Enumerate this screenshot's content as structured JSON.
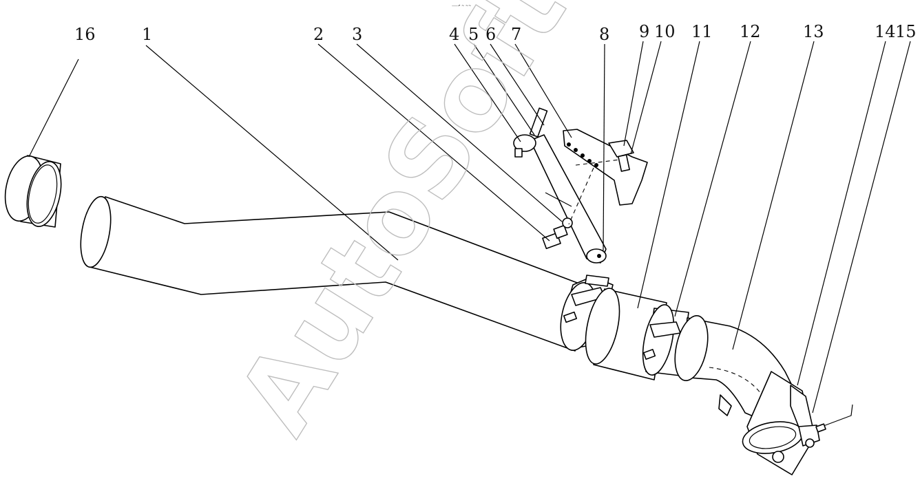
{
  "drawing": {
    "header_code": "⸺⬏ ~ ~~",
    "watermark": "AutoSoft",
    "callouts": [
      "16",
      "1",
      "2",
      "3",
      "4",
      "5",
      "6",
      "7",
      "8",
      "9",
      "10",
      "11",
      "12",
      "13",
      "14",
      "15"
    ]
  }
}
